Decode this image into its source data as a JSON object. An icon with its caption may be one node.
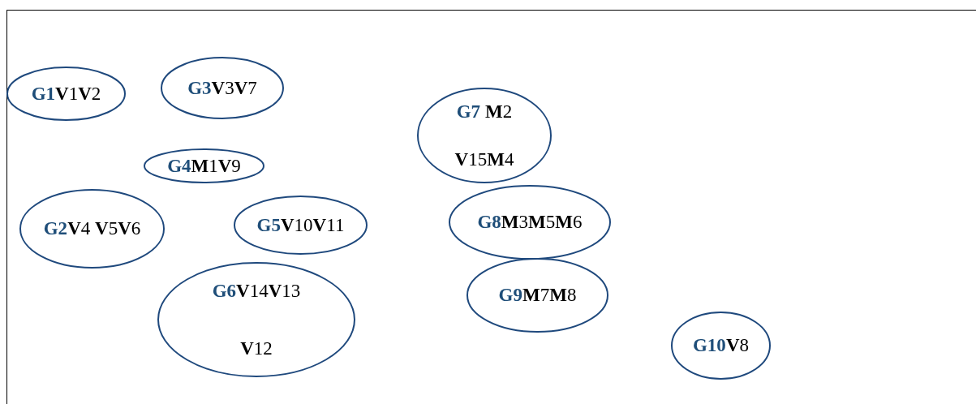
{
  "diagram": {
    "nodes": [
      {
        "text": [
          "G1",
          "**V**1**V**2"
        ]
      },
      {
        "text": [
          "G3",
          "**V**3**V**7"
        ]
      },
      {
        "text": [
          "G7",
          "**M**2",
          "**V**15**M**4"
        ]
      },
      {
        "text": [
          "G4",
          "**M**1**V**9"
        ]
      },
      {
        "text": [
          "G2",
          "**V**4 **V**5**V**6"
        ]
      },
      {
        "text": [
          "G5",
          "**V**10**V**11"
        ]
      },
      {
        "text": [
          "G8",
          "**M**3**M**5**M**6"
        ]
      },
      {
        "text": [
          "G6",
          "**V**14**V**13",
          "**V**12"
        ]
      },
      {
        "text": [
          "G9",
          "**M**7**M**8"
        ]
      },
      {
        "text": [
          "G10",
          "**V**8"
        ]
      }
    ]
  }
}
